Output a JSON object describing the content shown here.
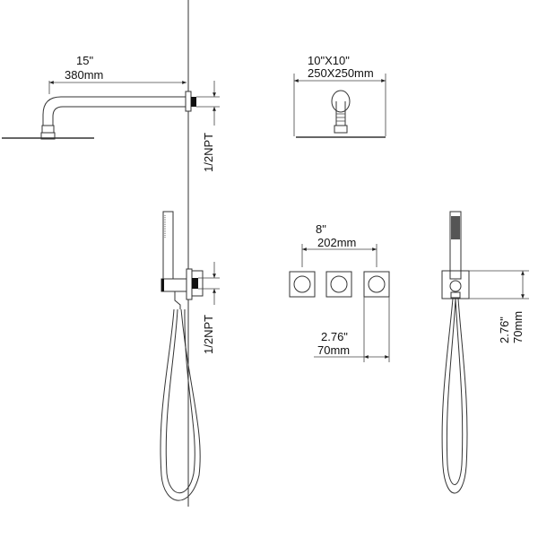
{
  "drawing": {
    "shower_arm": {
      "length_in": "15\"",
      "length_mm": "380mm",
      "connection": "1/2NPT"
    },
    "shower_head": {
      "size_in": "10\"X10\"",
      "size_mm": "250X250mm"
    },
    "hand_shower": {
      "connection": "1/2NPT"
    },
    "valves": {
      "spacing_in": "8\"",
      "spacing_mm": "202mm",
      "plate_in": "2.76\"",
      "plate_mm": "70mm"
    },
    "holder": {
      "height_in": "2.76\"",
      "height_mm": "70mm"
    }
  }
}
